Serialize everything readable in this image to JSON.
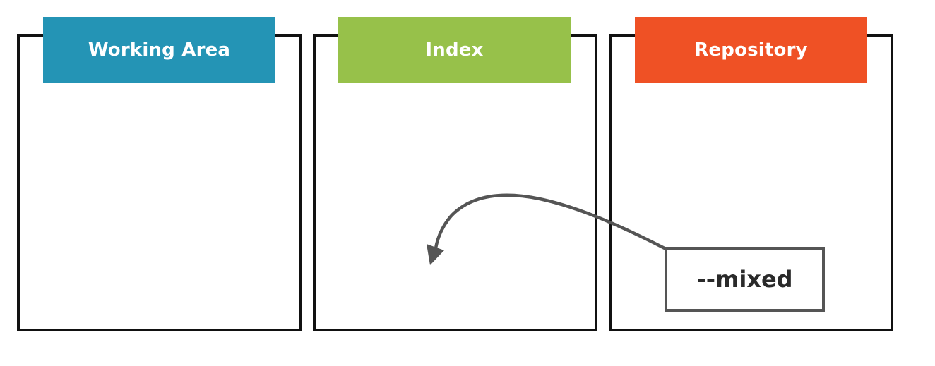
{
  "areas": [
    {
      "label": "Working Area",
      "color": "#2494b5"
    },
    {
      "label": "Index",
      "color": "#97c14a"
    },
    {
      "label": "Repository",
      "color": "#ef5125"
    }
  ],
  "option": {
    "label": "--mixed"
  },
  "arrow": {
    "color": "#555555",
    "from": "Repository",
    "to": "Index"
  }
}
